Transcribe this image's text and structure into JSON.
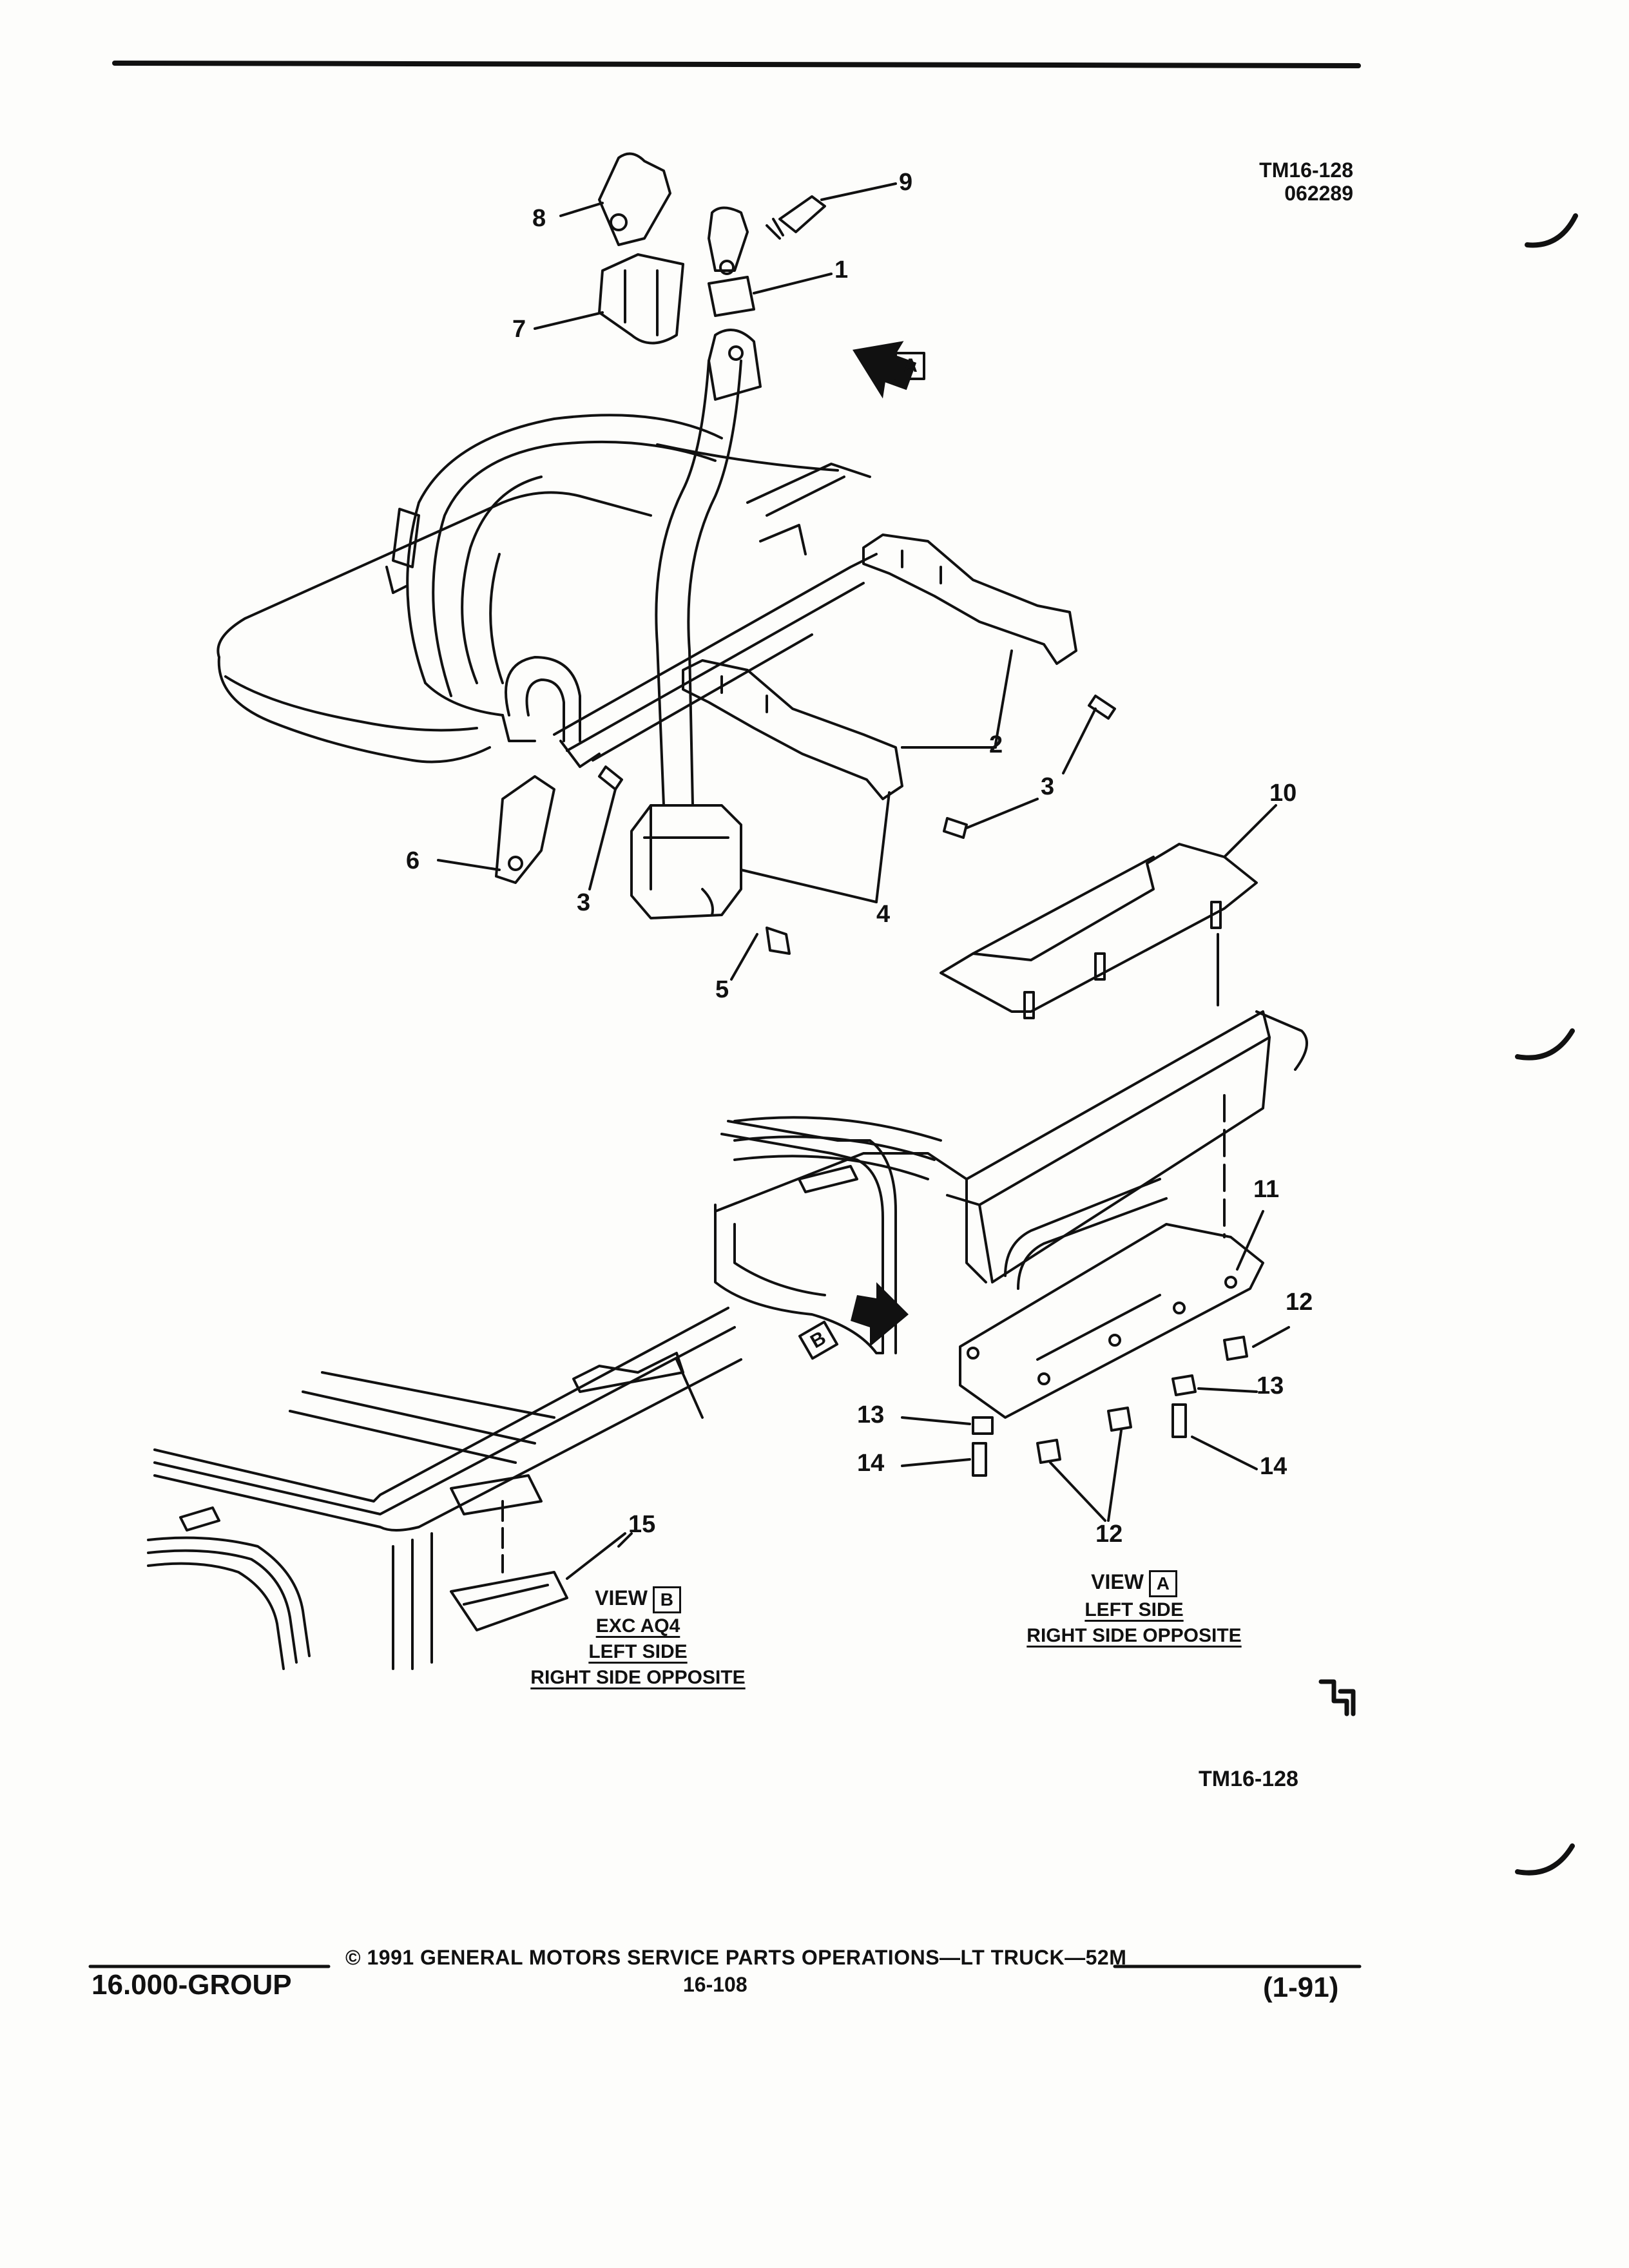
{
  "header": {
    "figure_code": "TM16-128",
    "date_code": "062289"
  },
  "callouts": [
    "1",
    "2",
    "3",
    "3",
    "4",
    "5",
    "6",
    "7",
    "8",
    "9",
    "10",
    "11",
    "12",
    "12",
    "13",
    "13",
    "14",
    "14",
    "15"
  ],
  "view_a": {
    "title": "VIEW",
    "box_letter": "A",
    "line1": "LEFT SIDE",
    "line2": "RIGHT SIDE OPPOSITE"
  },
  "view_b": {
    "title": "VIEW",
    "box_letter": "B",
    "line1": "EXC AQ4",
    "line2": "LEFT SIDE",
    "line3": "RIGHT SIDE OPPOSITE"
  },
  "arrow_a_letter": "A",
  "arrow_b_letter": "B",
  "bottom_code": "TM16-128",
  "footer": {
    "group": "16.000-GROUP",
    "copyright": "© 1991 GENERAL MOTORS SERVICE PARTS OPERATIONS—LT TRUCK—52M",
    "page": "16-108",
    "date": "(1-91)"
  },
  "colors": {
    "ink": "#111111",
    "paper": "#fdfdfb"
  }
}
